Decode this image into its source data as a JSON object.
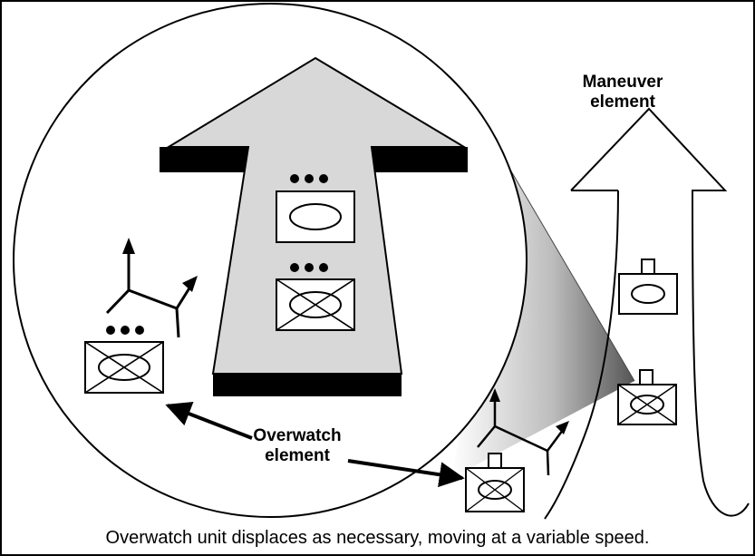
{
  "labels": {
    "maneuver_line1": "Maneuver",
    "maneuver_line2": "element",
    "overwatch_line1": "Overwatch",
    "overwatch_line2": "element"
  },
  "caption": "Overwatch unit displaces as necessary, moving at a variable speed.",
  "colors": {
    "arrow_fill": "#d8d8d8",
    "ink": "#000000",
    "background": "#ffffff",
    "zoom_gradient_light": "#ffffff",
    "zoom_gradient_dark": "#555555"
  },
  "symbols": {
    "unit_symbol": "military-unit-symbol",
    "platoon_marker": "three-dot-platoon-marker",
    "team_marker": "single-bar-team-marker",
    "sector_of_fire": "sector-of-fire-lines-icon"
  }
}
